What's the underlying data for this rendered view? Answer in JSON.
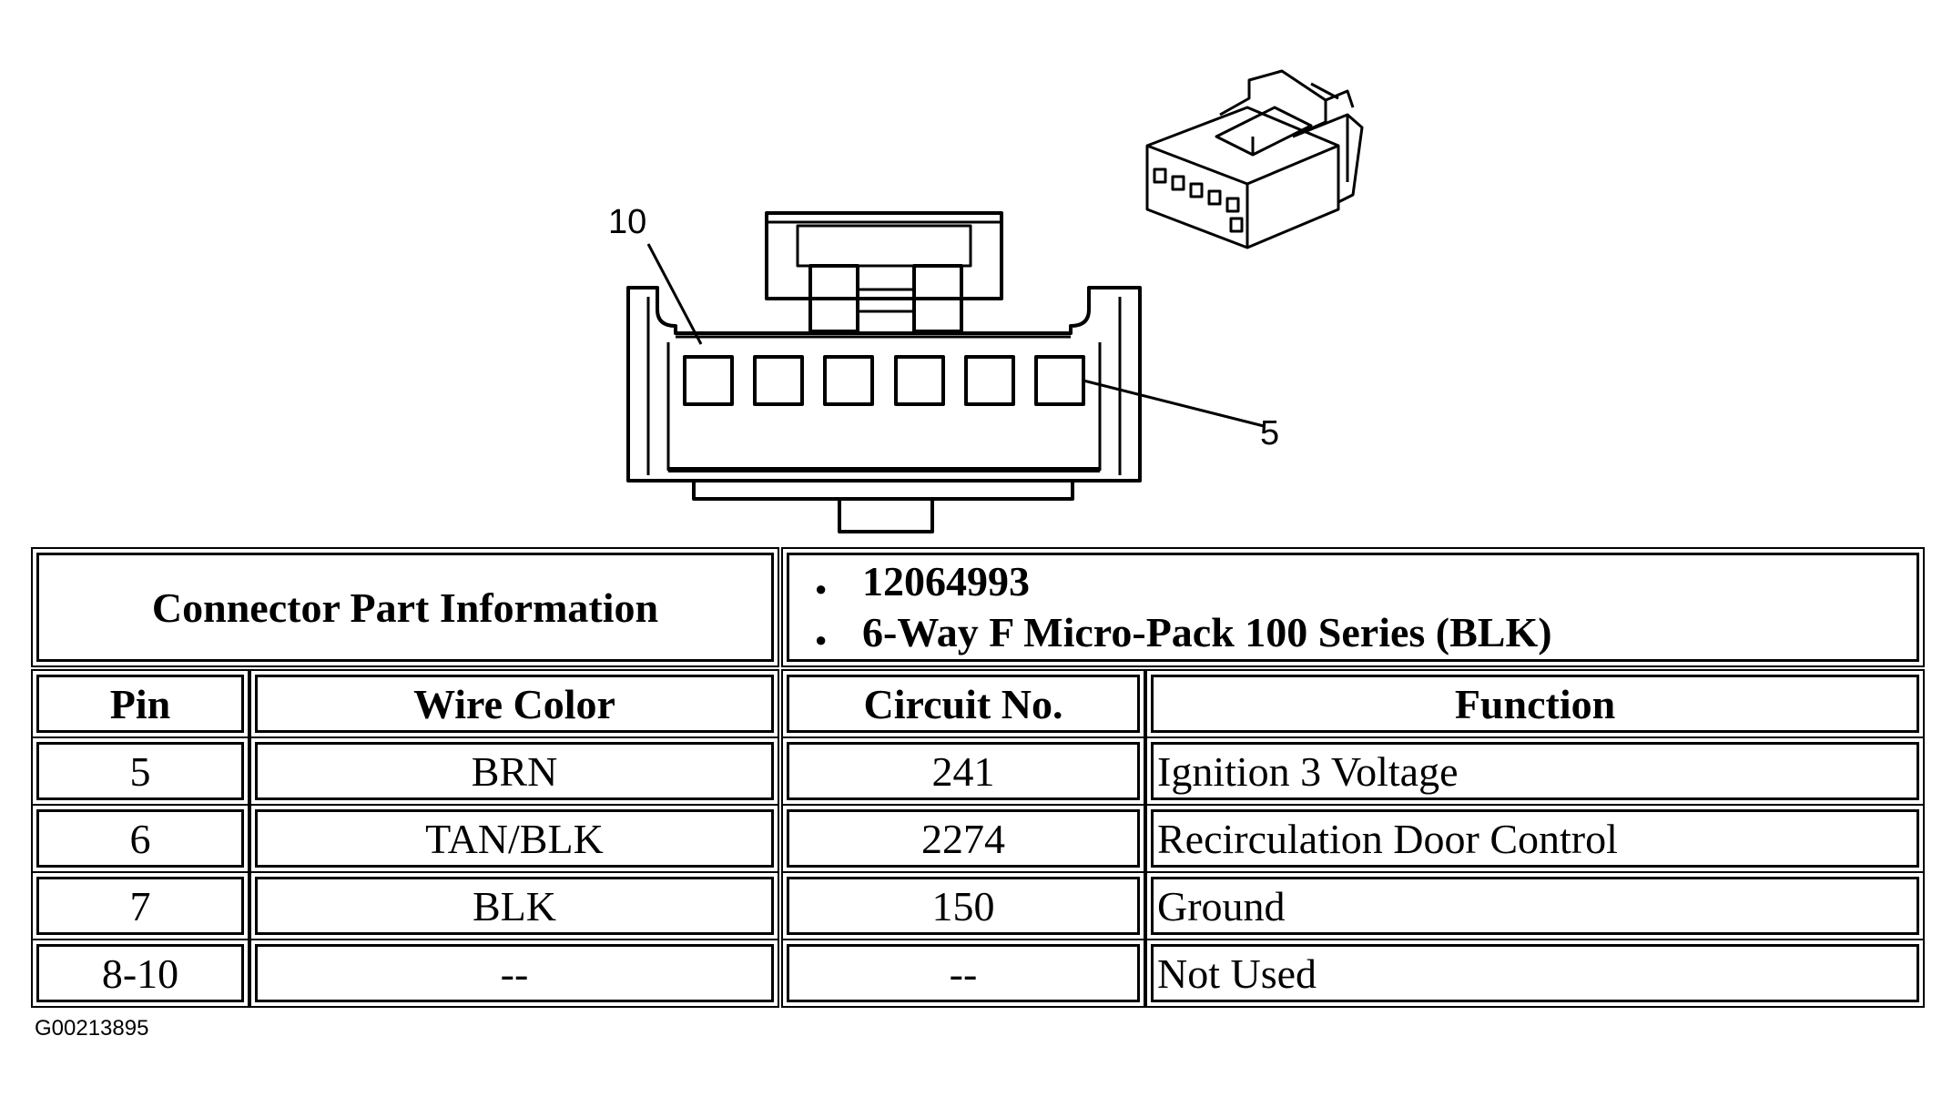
{
  "diagram": {
    "callouts": [
      {
        "label": "10"
      },
      {
        "label": "5"
      }
    ]
  },
  "table": {
    "connector_info_label": "Connector Part Information",
    "part_lines": [
      "12064993",
      "6-Way F Micro-Pack 100 Series (BLK)"
    ],
    "headers": {
      "pin": "Pin",
      "wire_color": "Wire Color",
      "circuit": "Circuit No.",
      "function": "Function"
    },
    "rows": [
      {
        "pin": "5",
        "wire_color": "BRN",
        "circuit": "241",
        "function": "Ignition 3 Voltage"
      },
      {
        "pin": "6",
        "wire_color": "TAN/BLK",
        "circuit": "2274",
        "function": "Recirculation Door Control"
      },
      {
        "pin": "7",
        "wire_color": "BLK",
        "circuit": "150",
        "function": "Ground"
      },
      {
        "pin": "8-10",
        "wire_color": "--",
        "circuit": "--",
        "function": "Not Used"
      }
    ]
  },
  "figure_id": "G00213895"
}
